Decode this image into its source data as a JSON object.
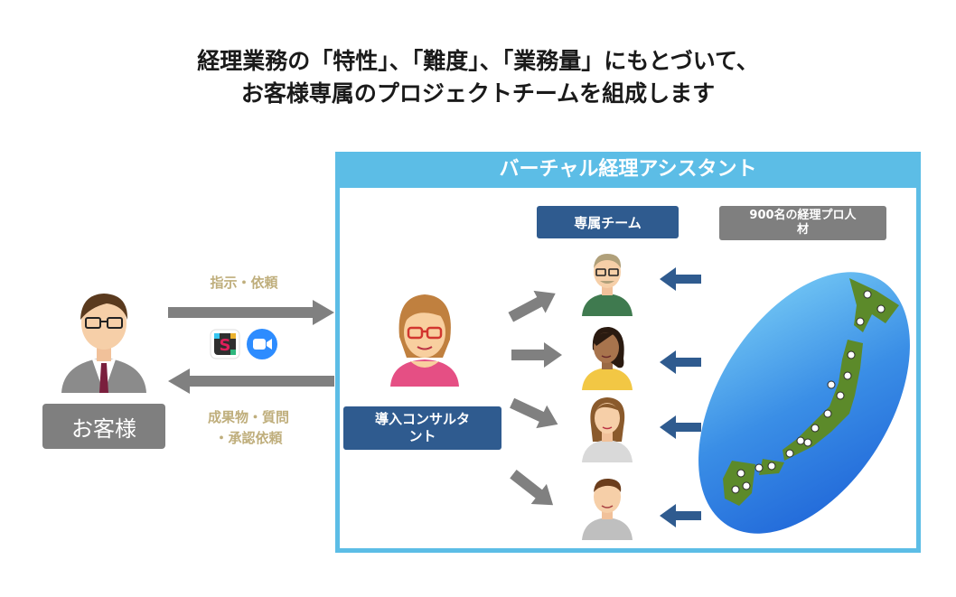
{
  "header": {
    "title_line1": "経理業務の「特性」、「難度」、「業務量」にもとづいて、",
    "title_line2": "お客様専属のプロジェクトチームを組成します"
  },
  "panel": {
    "title": "バーチャル経理アシスタント",
    "team_label": "専属チーム",
    "pool_label": "900名の経理プロ人\n材"
  },
  "customer": {
    "label": "お客様"
  },
  "arrows": {
    "request_label": "指示・依頼",
    "return_label_line1": "成果物・質問",
    "return_label_line2": "・承認依頼"
  },
  "consultant": {
    "label_line1": "導入コンサルタ",
    "label_line2": "ント"
  },
  "colors": {
    "accent_blue": "#5cbde6",
    "navy": "#2f5b8f",
    "gray": "#7f7f7f",
    "tan": "#bfae7c",
    "arrow_gray": "#808080"
  },
  "icons": [
    "slack-icon",
    "zoom-icon"
  ]
}
